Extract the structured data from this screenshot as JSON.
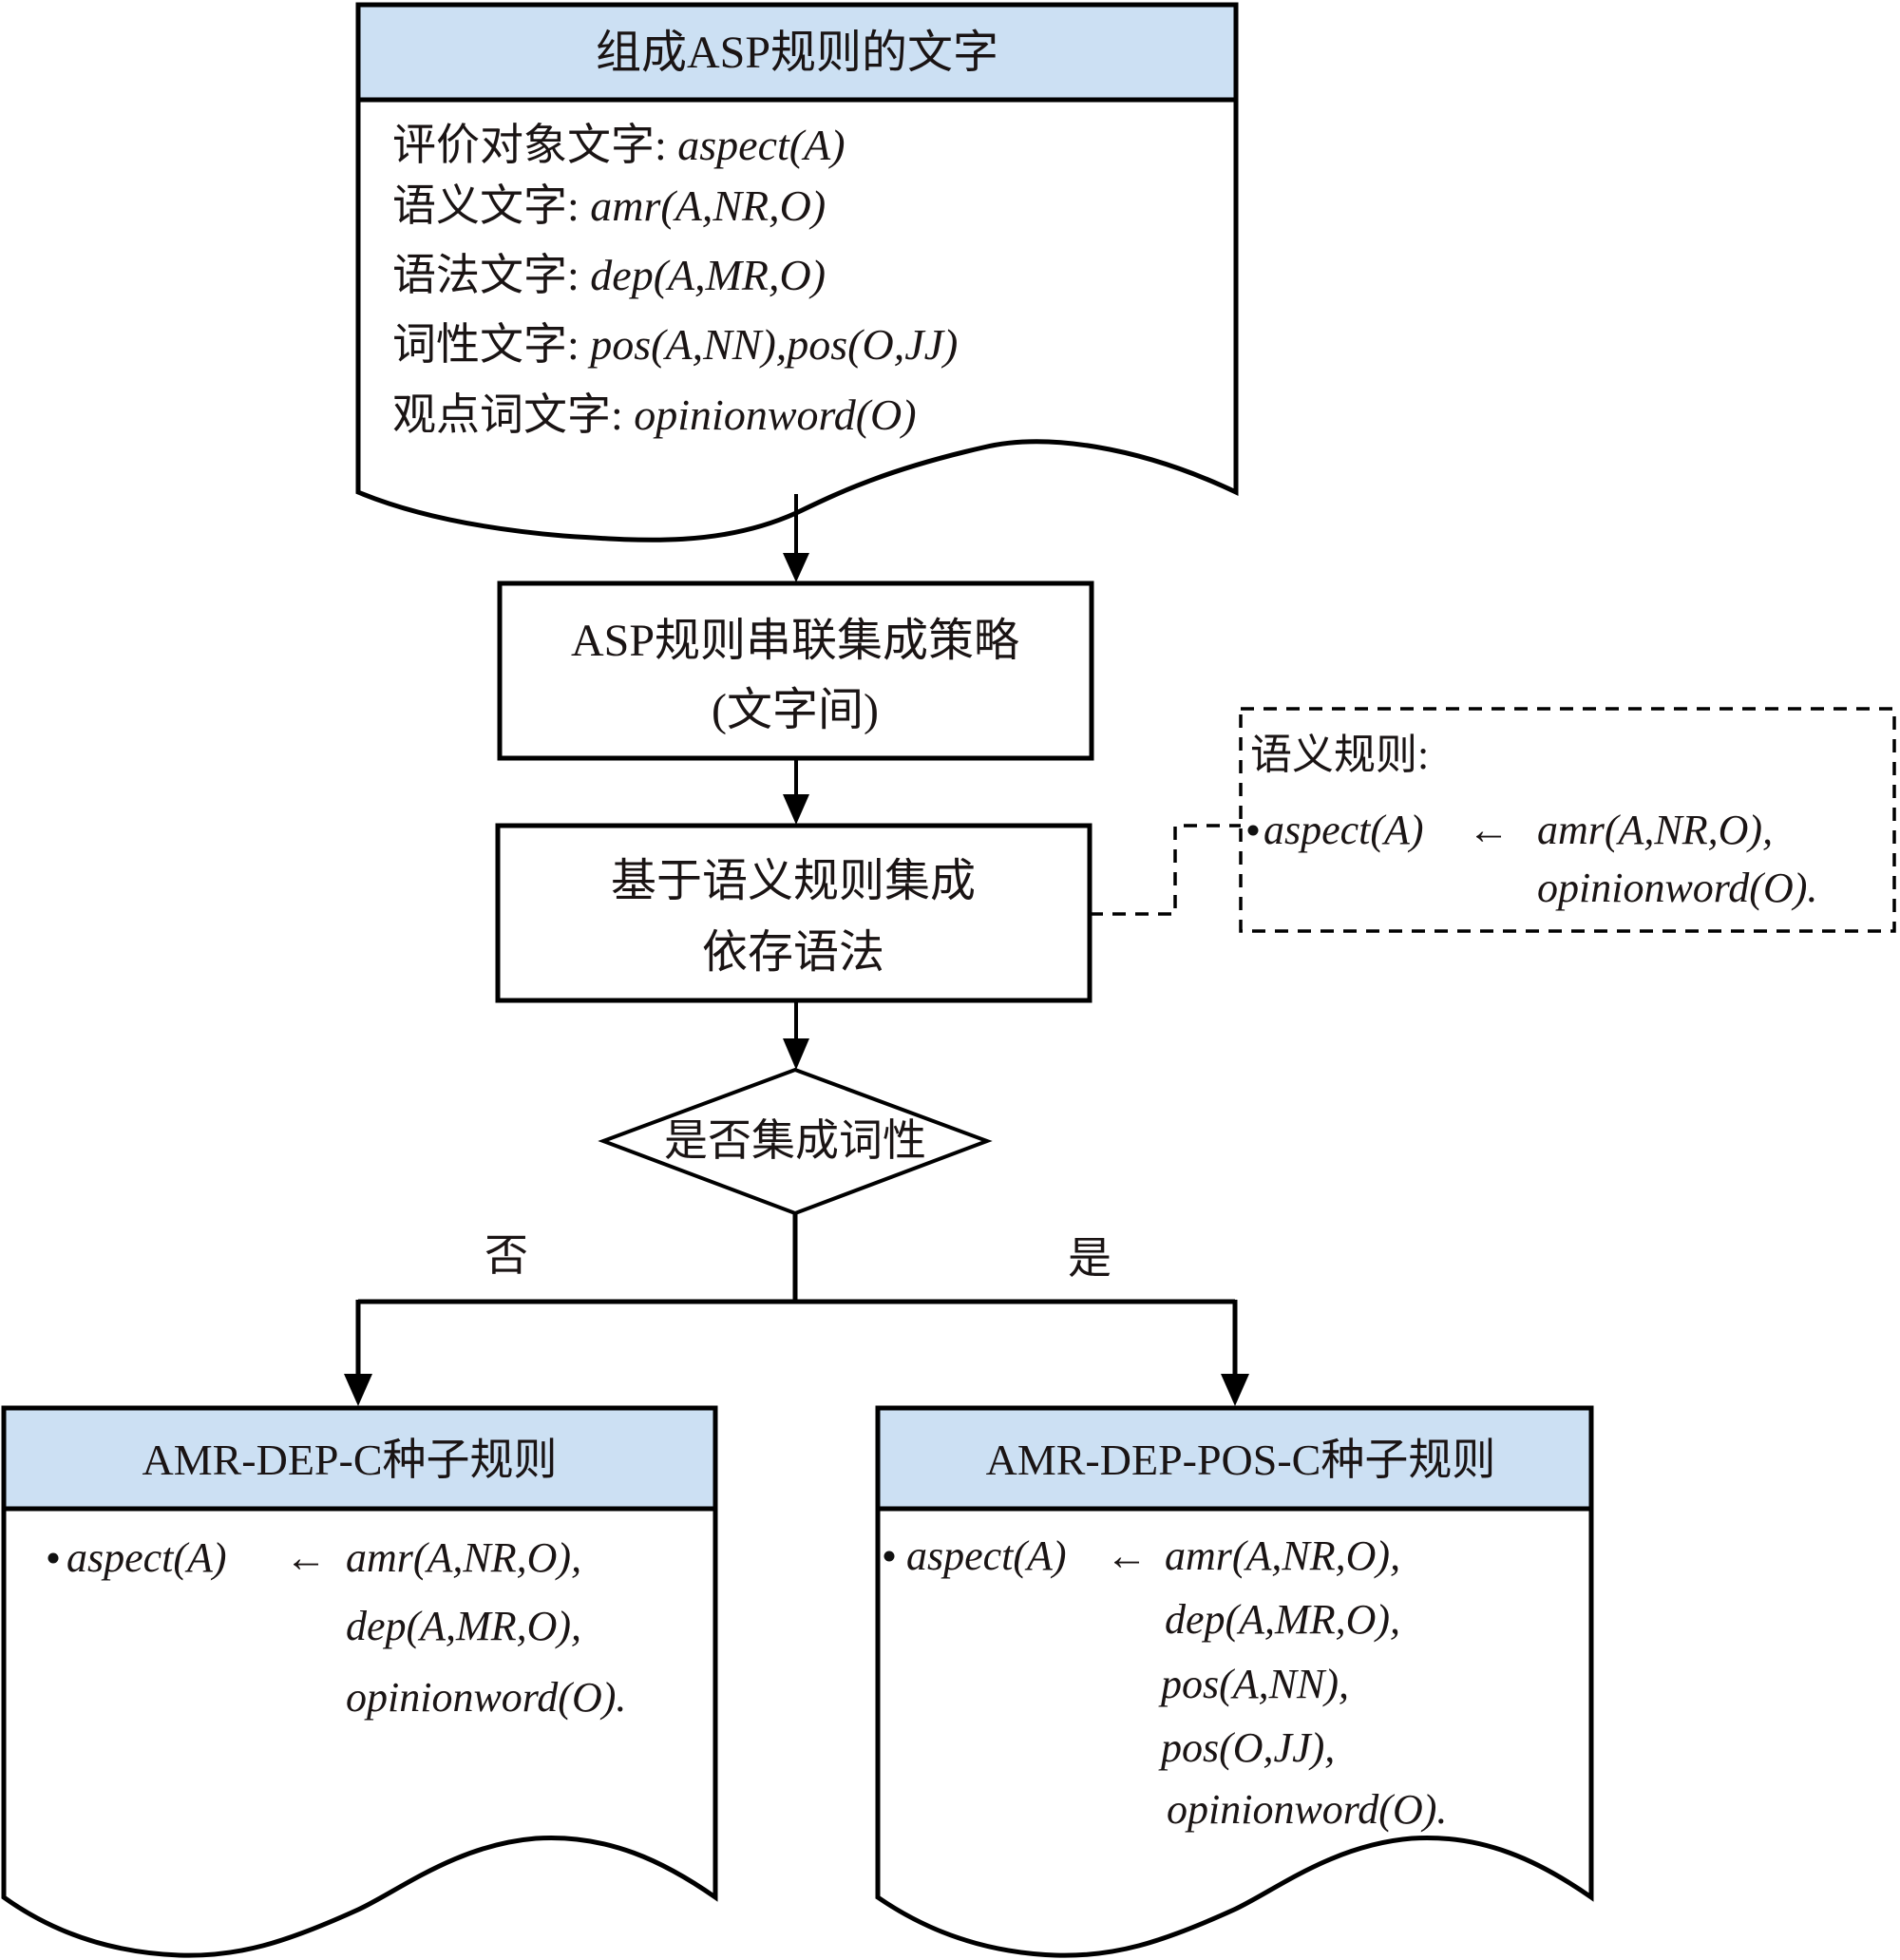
{
  "colors": {
    "header_fill": "#cce0f3",
    "stroke": "#000000",
    "text": "#1a1414"
  },
  "top_doc": {
    "title": "组成ASP规则的文字",
    "lines": [
      {
        "label": "评价对象文字: ",
        "formula": "aspect(A)"
      },
      {
        "label": "语义文字: ",
        "formula": "amr(A,NR,O)"
      },
      {
        "label": "语法文字: ",
        "formula": "dep(A,MR,O)"
      },
      {
        "label": "词性文字: ",
        "formula": "pos(A,NN),pos(O,JJ)"
      },
      {
        "label": "观点词文字: ",
        "formula": "opinionword(O)"
      }
    ]
  },
  "process_1": {
    "line1": "ASP规则串联集成策略",
    "line2": "(文字间)"
  },
  "process_2": {
    "line1": "基于语义规则集成",
    "line2": "依存语法"
  },
  "annotation": {
    "title": "语义规则:",
    "head": "aspect(A)",
    "arrow": "←",
    "body": [
      "amr(A,NR,O),",
      "opinionword(O)."
    ]
  },
  "decision": {
    "label": "是否集成词性",
    "no_label": "否",
    "yes_label": "是"
  },
  "left_doc": {
    "title": "AMR-DEP-C种子规则",
    "head": "aspect(A)",
    "arrow": "←",
    "body": [
      "amr(A,NR,O),",
      "dep(A,MR,O),",
      "opinionword(O)."
    ]
  },
  "right_doc": {
    "title": "AMR-DEP-POS-C种子规则",
    "head": "aspect(A)",
    "arrow": "←",
    "body": [
      "amr(A,NR,O),",
      "dep(A,MR,O),",
      "pos(A,NN),",
      "pos(O,JJ),",
      "opinionword(O)."
    ]
  }
}
